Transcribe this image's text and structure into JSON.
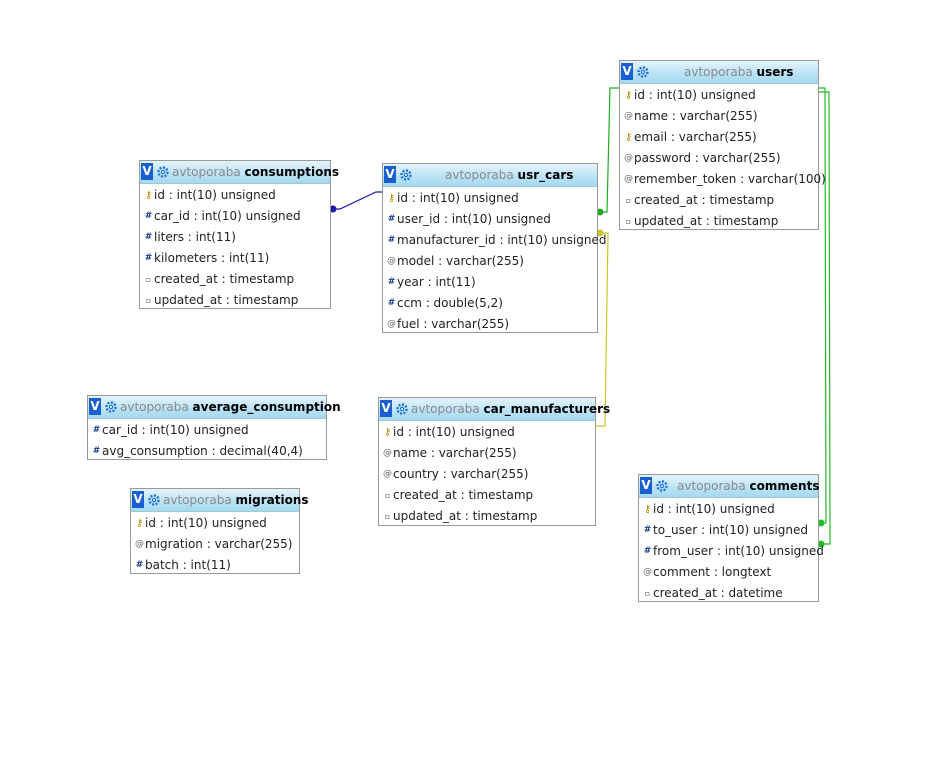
{
  "tables": {
    "consumptions": {
      "db": "avtoporaba",
      "name": "consumptions",
      "columns": [
        {
          "icon": "key-icon",
          "text": "id : int(10) unsigned"
        },
        {
          "icon": "hash-icon",
          "text": "car_id : int(10) unsigned"
        },
        {
          "icon": "hash-icon",
          "text": "liters : int(11)"
        },
        {
          "icon": "hash-icon",
          "text": "kilometers : int(11)"
        },
        {
          "icon": "clock-icon",
          "text": "created_at : timestamp"
        },
        {
          "icon": "clock-icon",
          "text": "updated_at : timestamp"
        }
      ]
    },
    "usr_cars": {
      "db": "avtoporaba",
      "name": "usr_cars",
      "columns": [
        {
          "icon": "key-icon",
          "text": "id : int(10) unsigned"
        },
        {
          "icon": "hash-icon",
          "text": "user_id : int(10) unsigned"
        },
        {
          "icon": "hash-icon",
          "text": "manufacturer_id : int(10) unsigned"
        },
        {
          "icon": "text-icon",
          "text": "model : varchar(255)"
        },
        {
          "icon": "hash-icon",
          "text": "year : int(11)"
        },
        {
          "icon": "hash-icon",
          "text": "ccm : double(5,2)"
        },
        {
          "icon": "text-icon",
          "text": "fuel : varchar(255)"
        }
      ]
    },
    "users": {
      "db": "avtoporaba",
      "name": "users",
      "columns": [
        {
          "icon": "key-icon",
          "text": "id : int(10) unsigned"
        },
        {
          "icon": "text-icon",
          "text": "name : varchar(255)"
        },
        {
          "icon": "key-icon",
          "text": "email : varchar(255)"
        },
        {
          "icon": "text-icon",
          "text": "password : varchar(255)"
        },
        {
          "icon": "text-icon",
          "text": "remember_token : varchar(100)"
        },
        {
          "icon": "clock-icon",
          "text": "created_at : timestamp"
        },
        {
          "icon": "clock-icon",
          "text": "updated_at : timestamp"
        }
      ]
    },
    "average_consumption": {
      "db": "avtoporaba",
      "name": "average_consumption",
      "columns": [
        {
          "icon": "hash-icon",
          "text": "car_id : int(10) unsigned"
        },
        {
          "icon": "hash-icon",
          "text": "avg_consumption : decimal(40,4)"
        }
      ]
    },
    "car_manufacturers": {
      "db": "avtoporaba",
      "name": "car_manufacturers",
      "columns": [
        {
          "icon": "key-icon",
          "text": "id : int(10) unsigned"
        },
        {
          "icon": "text-icon",
          "text": "name : varchar(255)"
        },
        {
          "icon": "text-icon",
          "text": "country : varchar(255)"
        },
        {
          "icon": "clock-icon",
          "text": "created_at : timestamp"
        },
        {
          "icon": "clock-icon",
          "text": "updated_at : timestamp"
        }
      ]
    },
    "migrations": {
      "db": "avtoporaba",
      "name": "migrations",
      "columns": [
        {
          "icon": "key-icon",
          "text": "id : int(10) unsigned"
        },
        {
          "icon": "text-icon",
          "text": "migration : varchar(255)"
        },
        {
          "icon": "hash-icon",
          "text": "batch : int(11)"
        }
      ]
    },
    "comments": {
      "db": "avtoporaba",
      "name": "comments",
      "columns": [
        {
          "icon": "key-icon",
          "text": "id : int(10) unsigned"
        },
        {
          "icon": "hash-icon",
          "text": "to_user : int(10) unsigned"
        },
        {
          "icon": "hash-icon",
          "text": "from_user : int(10) unsigned"
        },
        {
          "icon": "text-icon",
          "text": "comment : longtext"
        },
        {
          "icon": "clock-icon",
          "text": "created_at : datetime"
        }
      ]
    }
  },
  "header_toggle_label": "V",
  "relation_colors": {
    "consumptions_usr_cars": "#1a1aa8",
    "usr_cars_users": "#22aa22",
    "usr_cars_car_manufacturers": "#c8c828",
    "comments_users": "#22bb22"
  }
}
